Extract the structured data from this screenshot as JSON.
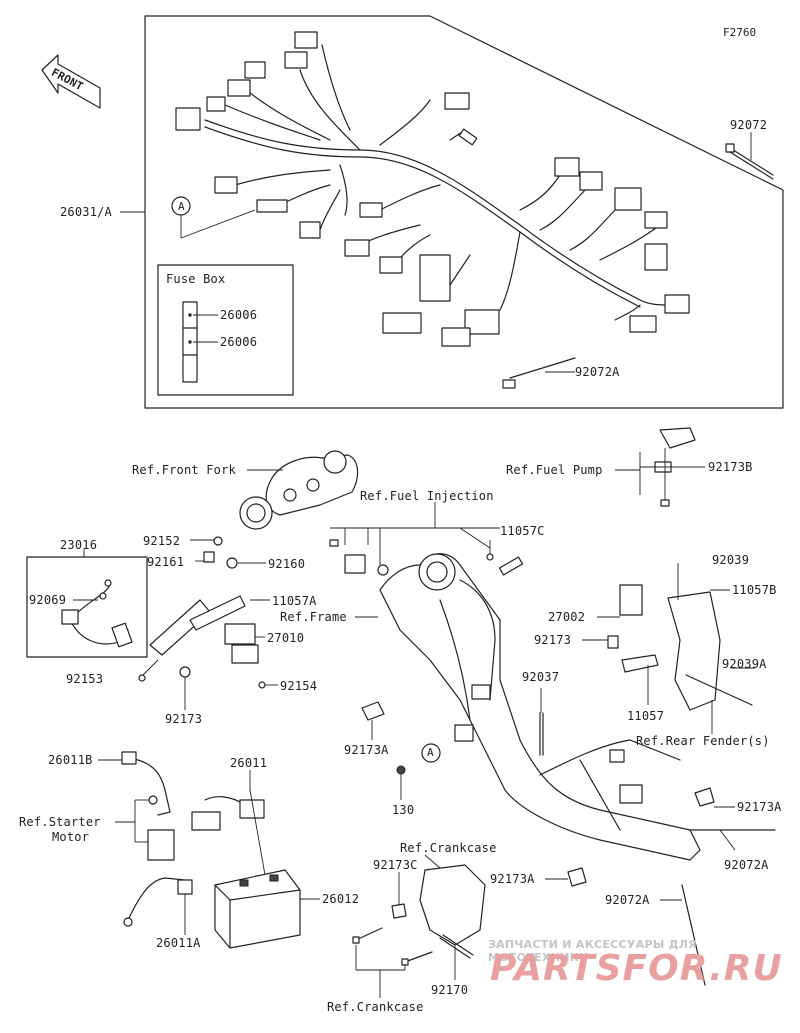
{
  "figure_code": "F2760",
  "front_label": "FRONT",
  "fuse_box": {
    "title": "Fuse Box",
    "part_1": "26006",
    "part_2": "26006"
  },
  "circle_a": "A",
  "callouts": {
    "p26031A": "26031/A",
    "p92072": "92072",
    "p92072A_top": "92072A",
    "ref_front_fork": "Ref.Front Fork",
    "ref_fuel_injection": "Ref.Fuel Injection",
    "ref_fuel_pump": "Ref.Fuel Pump",
    "p92173B": "92173B",
    "p11057C": "11057C",
    "p23016": "23016",
    "p92152": "92152",
    "p92161": "92161",
    "p92160": "92160",
    "p92069": "92069",
    "p11057A": "11057A",
    "ref_frame": "Ref.Frame",
    "p27010": "27010",
    "p92153": "92153",
    "p92154": "92154",
    "p92173_left": "92173",
    "p92039": "92039",
    "p11057B": "11057B",
    "p27002": "27002",
    "p92173_right": "92173",
    "p92039A": "92039A",
    "p11057": "11057",
    "ref_rear_fender": "Ref.Rear Fender(s)",
    "p92037": "92037",
    "p92173A_mid": "92173A",
    "p130": "130",
    "p26011B": "26011B",
    "p26011": "26011",
    "ref_starter_motor_1": "Ref.Starter",
    "ref_starter_motor_2": "Motor",
    "p26012": "26012",
    "p26011A": "26011A",
    "ref_crankcase_top": "Ref.Crankcase",
    "p92173C": "92173C",
    "p92170": "92170",
    "ref_crankcase_bottom": "Ref.Crankcase",
    "p92173A_low": "92173A",
    "p92173A_right": "92173A",
    "p92072A_right": "92072A",
    "p92072A_bottom": "92072A"
  },
  "watermark": {
    "line1": "ЗАПЧАСТИ И АКСЕССУАРЫ ДЛЯ МОТОТЕХНИКИ",
    "brand": "PARTSFOR.RU",
    "color_main": "#e9a0a0",
    "color_line": "#c4c4c4"
  }
}
